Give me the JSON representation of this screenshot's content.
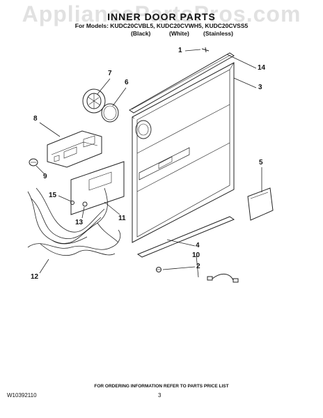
{
  "watermark": "AppliancePartsPros.com",
  "header": {
    "title": "INNER DOOR PARTS",
    "models_line": "For Models: KUDC20CVBL5, KUDC20CVWH5, KUDC20CVSS5",
    "variants": [
      "(Black)",
      "(White)",
      "(Stainless)"
    ]
  },
  "callouts": [
    "1",
    "14",
    "3",
    "7",
    "6",
    "8",
    "9",
    "5",
    "15",
    "13",
    "11",
    "4",
    "10",
    "2",
    "12"
  ],
  "footer": {
    "ordering_note": "FOR ORDERING INFORMATION REFER TO PARTS PRICE LIST",
    "document_number": "W10392110",
    "page_number": "3"
  }
}
